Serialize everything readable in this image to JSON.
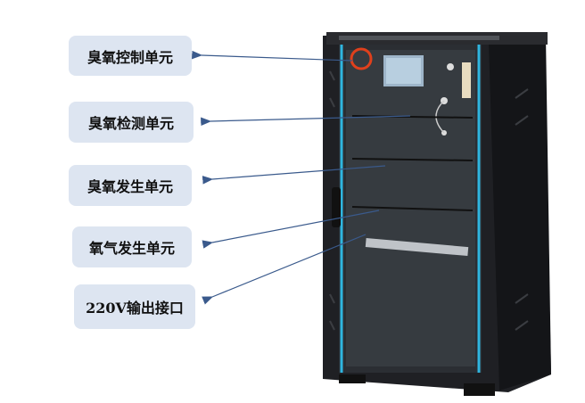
{
  "labels": [
    {
      "text": "臭氧控制单元"
    },
    {
      "text": "臭氧检测单元"
    },
    {
      "text": "臭氧发生单元"
    },
    {
      "text": "氧气发生单元"
    },
    {
      "text": "220V输出接口"
    }
  ],
  "colors": {
    "label_bg": "#dde5f1",
    "arrow": "#3a5a8c",
    "cabinet": "#1c1d20",
    "trim": "#2fb6e0",
    "highlight": "#e0401c"
  }
}
